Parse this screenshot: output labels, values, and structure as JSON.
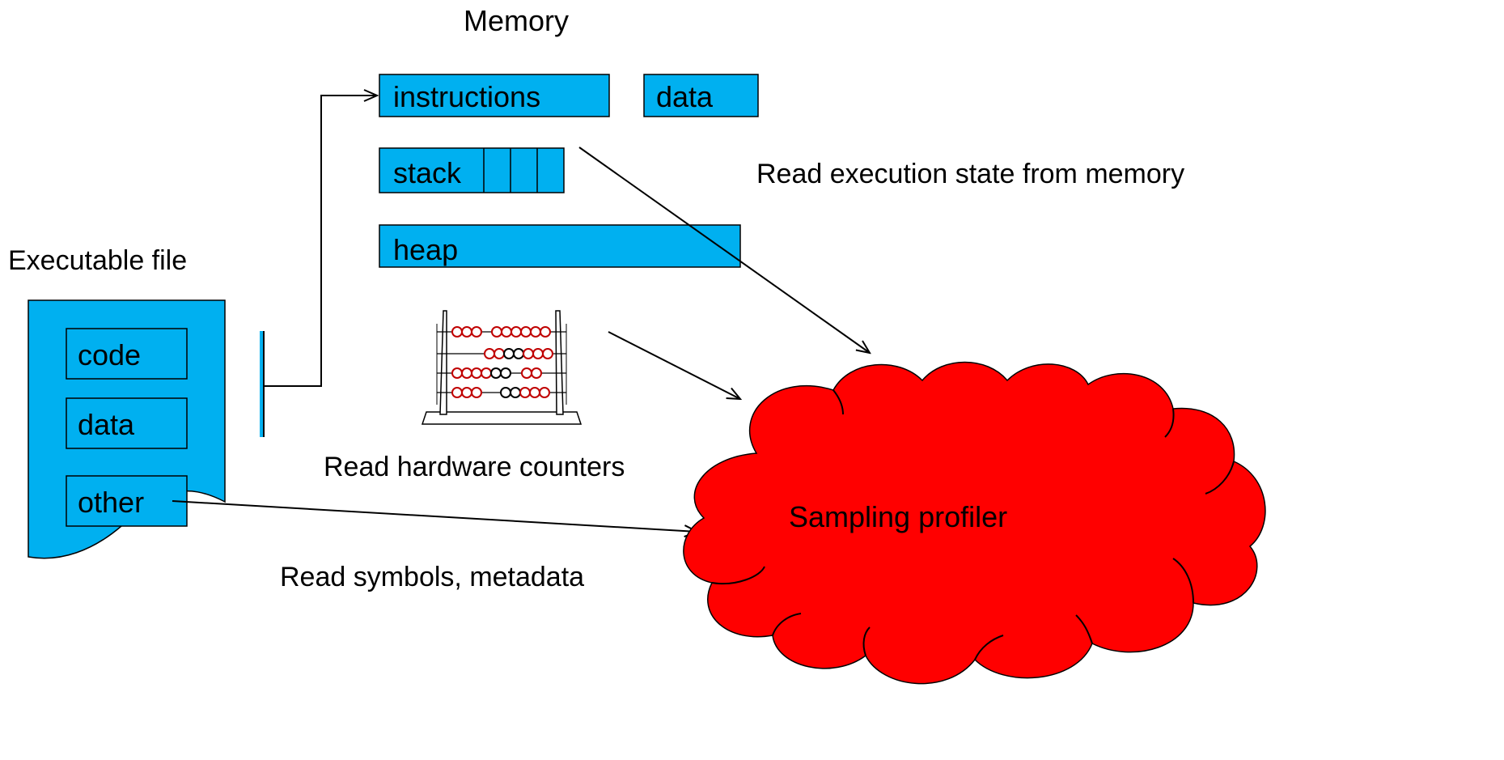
{
  "colors": {
    "box_fill": "#00b0f0",
    "cloud_fill": "#ff0000",
    "stroke": "#000000",
    "abacus_bead_red": "#c00000",
    "abacus_bead_black": "#000000"
  },
  "memory": {
    "title": "Memory",
    "instructions": "instructions",
    "data": "data",
    "stack": "stack",
    "heap": "heap"
  },
  "executable": {
    "title": "Executable file",
    "sections": [
      "code",
      "data",
      "other"
    ]
  },
  "captions": {
    "execution_state": "Read execution state from memory",
    "hardware_counters": "Read hardware counters",
    "symbols": "Read symbols, metadata"
  },
  "profiler": {
    "label": "Sampling profiler"
  },
  "icons": {
    "abacus": "abacus-icon"
  }
}
